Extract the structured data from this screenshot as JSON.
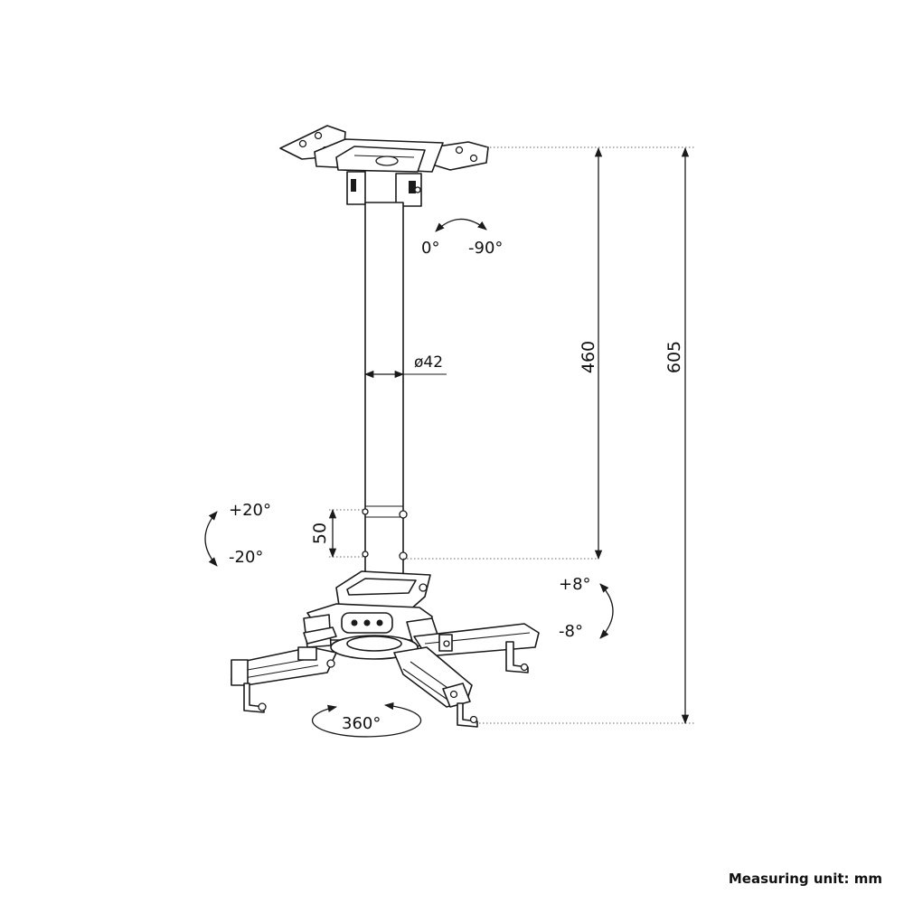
{
  "labels": {
    "rotation_zero": "0°",
    "rotation_minus": "-90°",
    "tube_diameter": "ø42",
    "height_short": "460",
    "height_total": "605",
    "adjust_step": "50",
    "tilt_plus": "+20°",
    "tilt_minus": "-20°",
    "swivel_plus": "+8°",
    "swivel_minus": "-8°",
    "spin": "360°"
  },
  "footer": {
    "unit_note": "Measuring unit: mm"
  }
}
